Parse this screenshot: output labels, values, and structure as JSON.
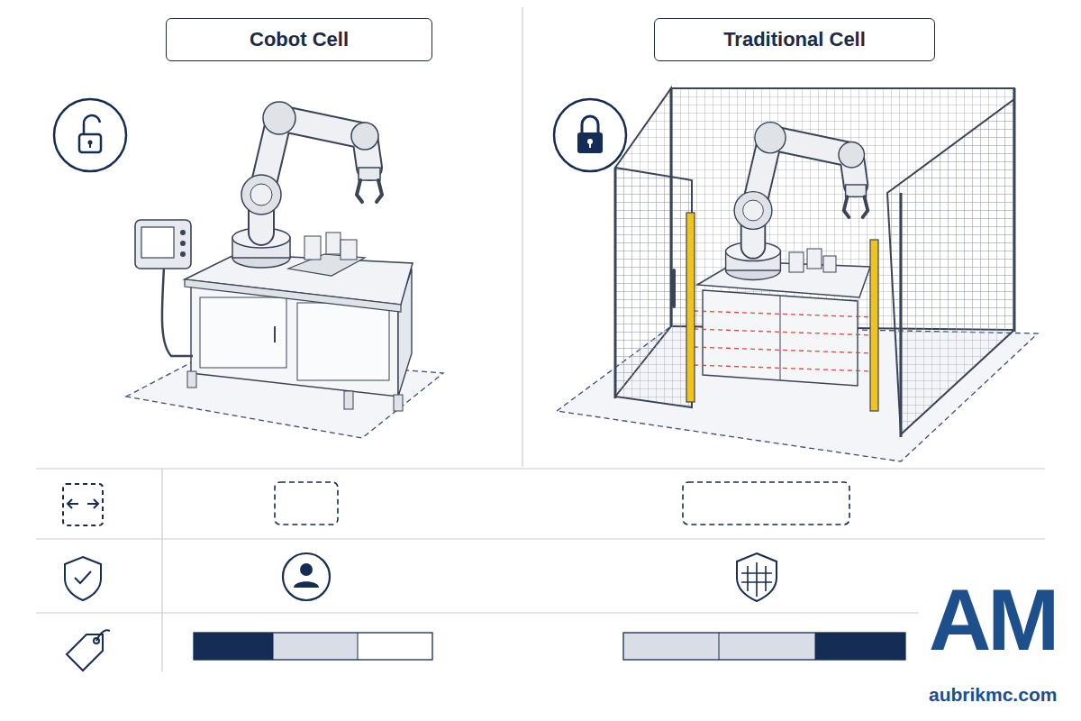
{
  "diagram": {
    "nodes": [
      {
        "text": [
          "Cobot Cell"
        ]
      },
      {
        "text": [
          "Traditional Cell"
        ]
      }
    ],
    "labels": [
      "AM",
      "aubrikmc.com"
    ]
  }
}
